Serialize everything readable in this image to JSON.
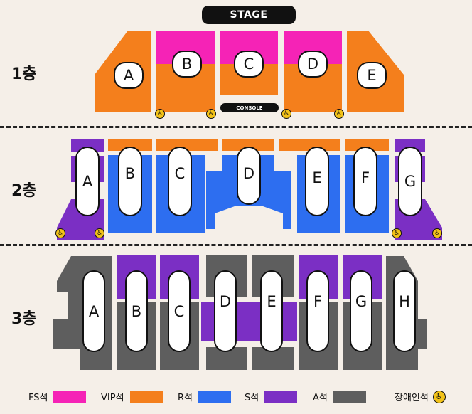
{
  "stage": "STAGE",
  "console": "CONSOLE",
  "floors": [
    "1층",
    "2층",
    "3층"
  ],
  "floor1_sections": [
    "A",
    "B",
    "C",
    "D",
    "E"
  ],
  "floor2_sections": [
    "A",
    "B",
    "C",
    "D",
    "E",
    "F",
    "G"
  ],
  "floor3_sections": [
    "A",
    "B",
    "C",
    "D",
    "E",
    "F",
    "G",
    "H"
  ],
  "legend": [
    {
      "label": "FS석",
      "color": "#f523b6"
    },
    {
      "label": "VIP석",
      "color": "#f47f1c"
    },
    {
      "label": "R석",
      "color": "#2d6ef0"
    },
    {
      "label": "S석",
      "color": "#7b2fc4"
    },
    {
      "label": "A석",
      "color": "#5e5e5e"
    },
    {
      "label": "장애인석",
      "icon": "wheelchair-icon"
    }
  ],
  "wheelchair_glyph": "♿"
}
